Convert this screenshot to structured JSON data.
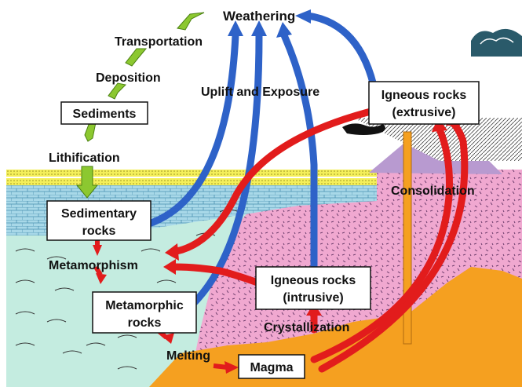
{
  "labels": {
    "weathering": "Weathering",
    "transportation": "Transportation",
    "deposition": "Deposition",
    "sediments": "Sediments",
    "lithification": "Lithification",
    "uplift": "Uplift and Exposure",
    "igneous_extrusive_1": "Igneous rocks",
    "igneous_extrusive_2": "(extrusive)",
    "consolidation": "Consolidation",
    "sedimentary_1": "Sedimentary",
    "sedimentary_2": "rocks",
    "metamorphism": "Metamorphism",
    "igneous_intrusive_1": "Igneous rocks",
    "igneous_intrusive_2": "(intrusive)",
    "metamorphic_1": "Metamorphic",
    "metamorphic_2": "rocks",
    "crystallization": "Crystallization",
    "melting": "Melting",
    "magma": "Magma"
  },
  "colors": {
    "sky": "#ffffff",
    "sediment_yellow": "#f4ef5a",
    "sedimentary_blue": "#a8d8e8",
    "metamorphic_green": "#c4ece0",
    "igneous_pink": "#f0a8d0",
    "magma_orange": "#f5a020",
    "volcano_purple": "#b89ad0",
    "arrow_blue": "#2e62c8",
    "arrow_red": "#e21c1c",
    "arrow_green": "#8cc830"
  }
}
